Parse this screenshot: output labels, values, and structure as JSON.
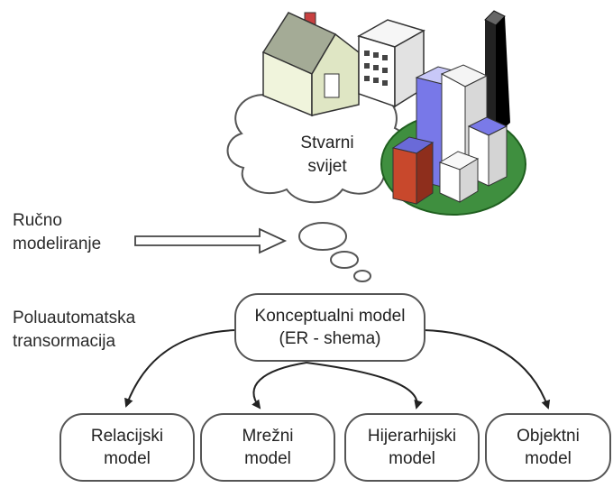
{
  "cloud": {
    "line1": "Stvarni",
    "line2": "svijet"
  },
  "left_labels": {
    "manual_line1": "Ručno",
    "manual_line2": "modeliranje",
    "semi_line1": "Poluautomatska",
    "semi_line2": "transormacija"
  },
  "conceptual_model": {
    "line1": "Konceptualni model",
    "line2": "(ER - shema)"
  },
  "models": [
    {
      "line1": "Relacijski",
      "line2": "model"
    },
    {
      "line1": "Mrežni",
      "line2": "model"
    },
    {
      "line1": "Hijerarhijski",
      "line2": "model"
    },
    {
      "line1": "Objektni",
      "line2": "model"
    }
  ],
  "colors": {
    "house_wall": "#eef3d6",
    "house_roof": "#9aa38c",
    "ground": "#3a8a3a",
    "blue_tower": "#6f6fe0",
    "red_tower": "#c0402a",
    "black_tower": "#111111",
    "outline": "#555555"
  }
}
